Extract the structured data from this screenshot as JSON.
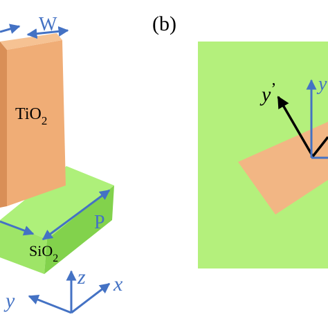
{
  "panel_b": {
    "label": "(b)"
  },
  "panel_a": {
    "dimension_w": "W",
    "dimension_p": "P",
    "pillar_material": {
      "base": "TiO",
      "subscript": "2"
    },
    "substrate_material": {
      "base": "SiO",
      "subscript": "2"
    },
    "axes": {
      "x": "x",
      "y": "y",
      "z": "z"
    }
  },
  "panel_b_axes": {
    "rotated_y": "y",
    "prime": "’",
    "y": "y"
  },
  "colors": {
    "pillar_front": "#f0ad76",
    "pillar_side": "#d98f57",
    "pillar_top": "#f6c293",
    "substrate_top": "#aef07a",
    "substrate_front": "#9ee567",
    "substrate_side": "#82d24c",
    "panel_b_bg": "#b4f07c",
    "panel_b_rect": "#f2b684",
    "accent_blue": "#4472c4",
    "black": "#000000"
  }
}
